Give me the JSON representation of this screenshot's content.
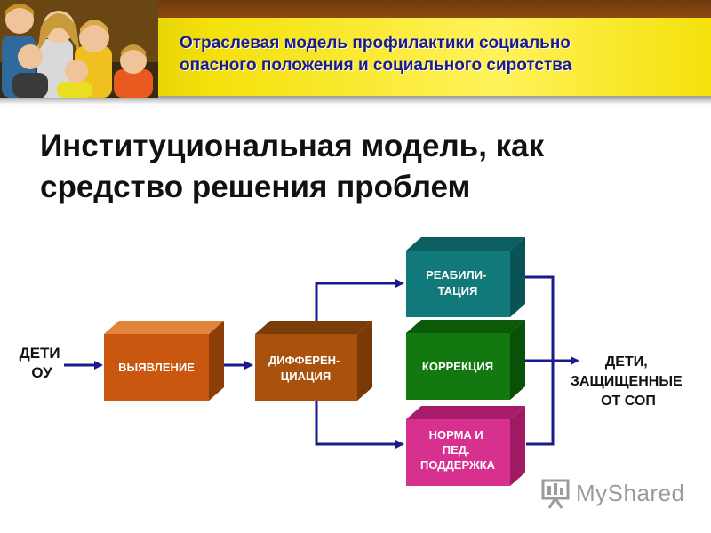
{
  "header": {
    "title_line1": "Отраслевая модель профилактики социально",
    "title_line2": "опасного положения и социального сиротства"
  },
  "slide": {
    "title_line1": "Институциональная модель, как",
    "title_line2": "средство решения проблем"
  },
  "diagram": {
    "input_line1": "ДЕТИ",
    "input_line2": "ОУ",
    "box_identification": "ВЫЯВЛЕНИЕ",
    "box_differentiation_line1": "ДИФФЕРЕН-",
    "box_differentiation_line2": "ЦИАЦИЯ",
    "box_rehabilitation_line1": "РЕАБИЛИ-",
    "box_rehabilitation_line2": "ТАЦИЯ",
    "box_correction": "КОРРЕКЦИЯ",
    "box_norm_line1": "НОРМА И",
    "box_norm_line2": "ПЕД.",
    "box_norm_line3": "ПОДДЕРЖКА",
    "output_line1": "ДЕТИ,",
    "output_line2": "ЗАЩИЩЕННЫЕ",
    "output_line3": "ОТ СОП"
  },
  "watermark": {
    "text": "MyShared"
  },
  "colors": {
    "arrow": "#1a1a8c",
    "identification_box": "#c9570f",
    "differentiation_box": "#a8520e",
    "rehabilitation_box": "#12797a",
    "correction_box": "#12780f",
    "norm_box": "#d8308f"
  }
}
